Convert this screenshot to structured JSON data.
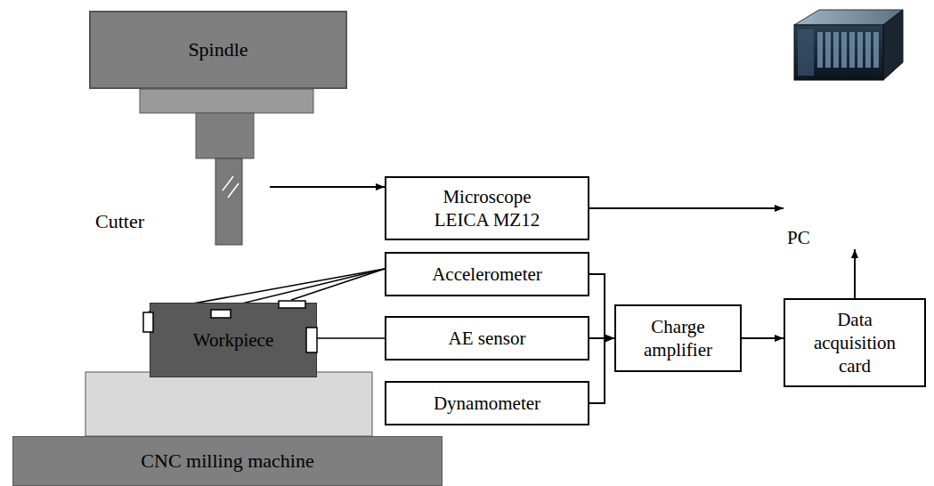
{
  "diagram": {
    "nodes": [
      {
        "text": [
          "Spindle"
        ]
      },
      {
        "text": [
          "Microscope LEICA MZ12"
        ]
      },
      {
        "text": [
          "PC"
        ]
      },
      {
        "text": [
          "Accelerometer"
        ]
      },
      {
        "text": [
          "Workpiece"
        ]
      },
      {
        "text": [
          "AE sensor"
        ]
      },
      {
        "text": [
          "Charge amplifier"
        ]
      },
      {
        "text": [
          "Data acquisition card"
        ]
      },
      {
        "text": [
          "Dynamometer"
        ]
      },
      {
        "text": [
          "CNC milling machine"
        ]
      }
    ],
    "edges": [
      {
        "from": 1,
        "to": 2,
        "arrow": "to"
      },
      {
        "from": 3,
        "to": 6,
        "arrow": "to"
      },
      {
        "from": 5,
        "to": 6,
        "arrow": "to"
      },
      {
        "from": 8,
        "to": 6,
        "arrow": "to"
      },
      {
        "from": 6,
        "to": 7,
        "arrow": "to"
      },
      {
        "from": 7,
        "to": 2,
        "arrow": "to"
      }
    ],
    "labels": [
      "Cutter"
    ]
  }
}
